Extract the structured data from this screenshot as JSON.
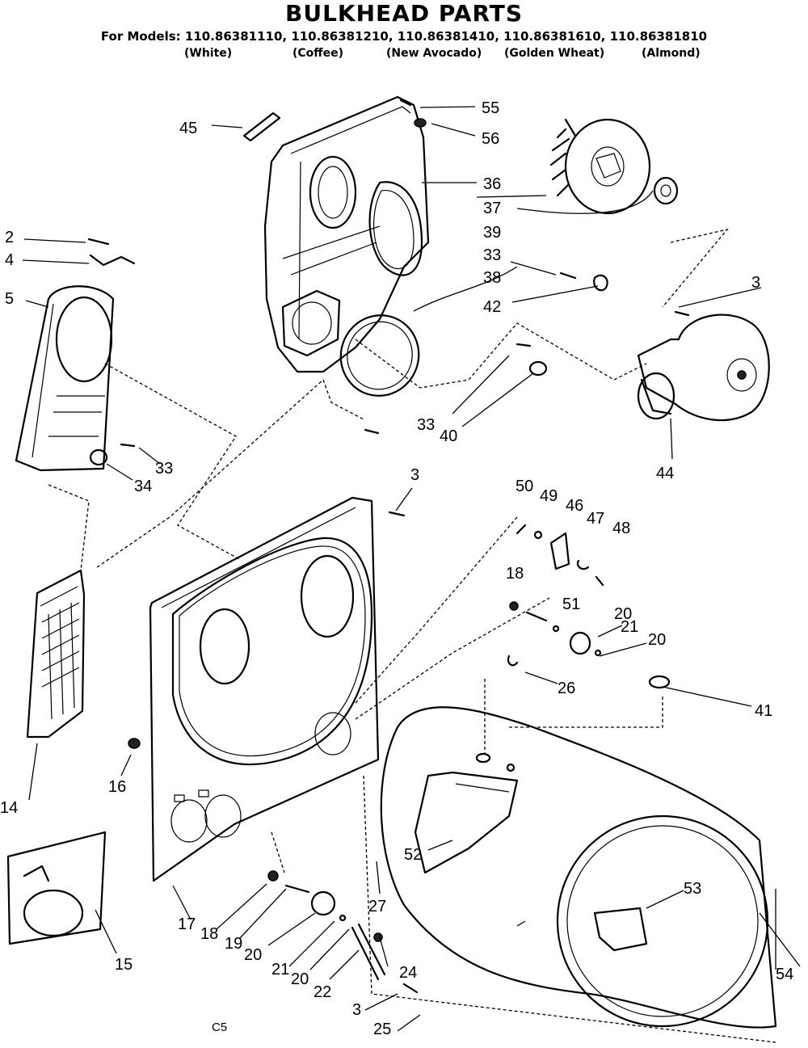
{
  "header": {
    "title": "BULKHEAD PARTS",
    "models_line": "For Models: 110.86381110, 110.86381210, 110.86381410, 110.86381610, 110.86381810",
    "colors": [
      "(White)",
      "(Coffee)",
      "(New Avocado)",
      "(Golden Wheat)",
      "(Almond)"
    ]
  },
  "page_code": "C5",
  "callouts": [
    "45",
    "55",
    "56",
    "36",
    "37",
    "39",
    "33",
    "38",
    "42",
    "2",
    "4",
    "5",
    "3",
    "33",
    "40",
    "44",
    "33",
    "34",
    "3",
    "50",
    "49",
    "46",
    "47",
    "48",
    "18",
    "51",
    "20",
    "21",
    "20",
    "26",
    "41",
    "14",
    "16",
    "52",
    "53",
    "27",
    "17",
    "18",
    "19",
    "20",
    "21",
    "20",
    "22",
    "24",
    "3",
    "25",
    "15",
    "54"
  ]
}
